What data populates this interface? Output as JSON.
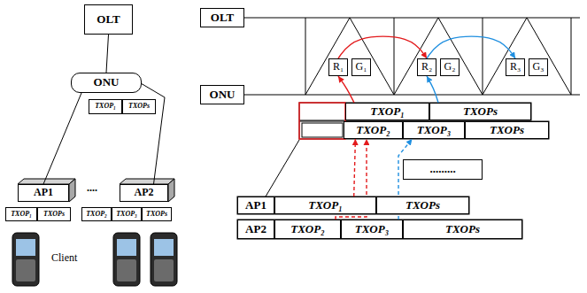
{
  "diagram": {
    "nodes": [
      {
        "text": [
          "OLT"
        ]
      },
      {
        "text": [
          "ONU"
        ]
      },
      {
        "text": [
          "TXOP₁"
        ]
      },
      {
        "text": [
          "TXOPs"
        ]
      },
      {
        "text": [
          "AP1"
        ]
      },
      {
        "text": [
          "AP2"
        ]
      },
      {
        "text": [
          "TXOP₁"
        ]
      },
      {
        "text": [
          "TXOPs"
        ]
      },
      {
        "text": [
          "TXOP₂"
        ]
      },
      {
        "text": [
          "TXOP₃"
        ]
      },
      {
        "text": [
          "TXOPs"
        ]
      },
      {
        "text": [
          "OLT"
        ]
      },
      {
        "text": [
          "ONU"
        ]
      },
      {
        "text": [
          "R₁"
        ]
      },
      {
        "text": [
          "G₁"
        ]
      },
      {
        "text": [
          "R₂"
        ]
      },
      {
        "text": [
          "G₂"
        ]
      },
      {
        "text": [
          "R₃"
        ]
      },
      {
        "text": [
          "G₃"
        ]
      },
      {
        "text": [
          "TXOP₁"
        ]
      },
      {
        "text": [
          "TXOPs"
        ]
      },
      {
        "text": [
          "TXOP₂"
        ]
      },
      {
        "text": [
          "TXOP₃"
        ]
      },
      {
        "text": [
          "TXOPs"
        ]
      },
      {
        "text": [
          "........."
        ]
      },
      {
        "text": [
          "AP1"
        ]
      },
      {
        "text": [
          "TXOP₁"
        ]
      },
      {
        "text": [
          "TXOPs"
        ]
      },
      {
        "text": [
          "AP2"
        ]
      },
      {
        "text": [
          "TXOP₂"
        ]
      },
      {
        "text": [
          "TXOP₃"
        ]
      },
      {
        "text": [
          "TXOPs"
        ]
      }
    ],
    "edges": [
      {
        "from": 0,
        "to": 1,
        "arrow": "none"
      },
      {
        "from": 1,
        "to": 4,
        "arrow": "none"
      },
      {
        "from": 1,
        "to": 5,
        "arrow": "none"
      },
      {
        "from": 19,
        "to": 13,
        "arrow": "to"
      },
      {
        "from": 13,
        "to": 15,
        "arrow": "to"
      },
      {
        "from": 20,
        "to": 15,
        "arrow": "to"
      },
      {
        "from": 15,
        "to": 17,
        "arrow": "to"
      },
      {
        "from": 26,
        "to": 21,
        "arrow": "to"
      },
      {
        "from": 29,
        "to": 21,
        "arrow": "to"
      },
      {
        "from": 30,
        "to": 22,
        "arrow": "to"
      }
    ],
    "labels": [
      "....",
      "Client"
    ]
  }
}
